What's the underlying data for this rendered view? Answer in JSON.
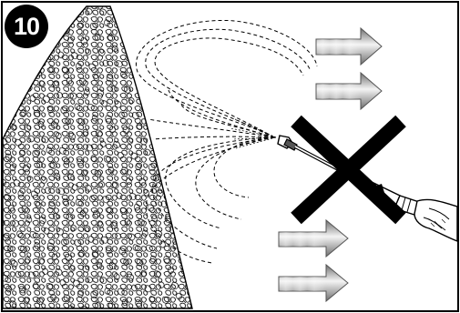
{
  "step": {
    "number": "10"
  },
  "illustration": {
    "subject": "tree",
    "prohibition_mark": "x-mark",
    "wind_arrows": 4,
    "colors": {
      "ink": "#000000",
      "background": "#ffffff",
      "arrow_dark": "#7a7a7a",
      "arrow_light": "#f2f2f2"
    },
    "icons": [
      "tree-foliage-icon",
      "spray-wand-icon",
      "gloved-hand-icon",
      "spray-drift-lines",
      "wind-arrow-icon",
      "prohibited-x-icon"
    ]
  }
}
